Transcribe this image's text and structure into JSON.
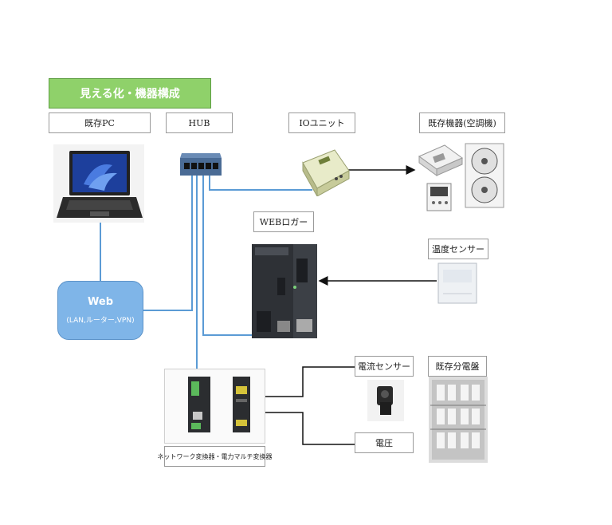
{
  "title": "見える化・機器構成",
  "labels": {
    "pc": "既存PC",
    "hub": "HUB",
    "io_unit": "IOユニット",
    "existing_equipment": "既存機器(空調機)",
    "web_logger": "WEBロガー",
    "temperature_sensor": "温度センサー",
    "current_sensor": "電流センサー",
    "voltage": "電圧",
    "distribution_panel": "既存分電盤",
    "converters": "ネットワーク変換器・電力マルチ変換器"
  },
  "web_box": {
    "title": "Web",
    "subtitle": "(LAN,ルーター,VPN)"
  },
  "colors": {
    "title_green": "#8fd16a",
    "link_blue": "#5b9bd5",
    "web_blue": "#7fb5e8"
  }
}
